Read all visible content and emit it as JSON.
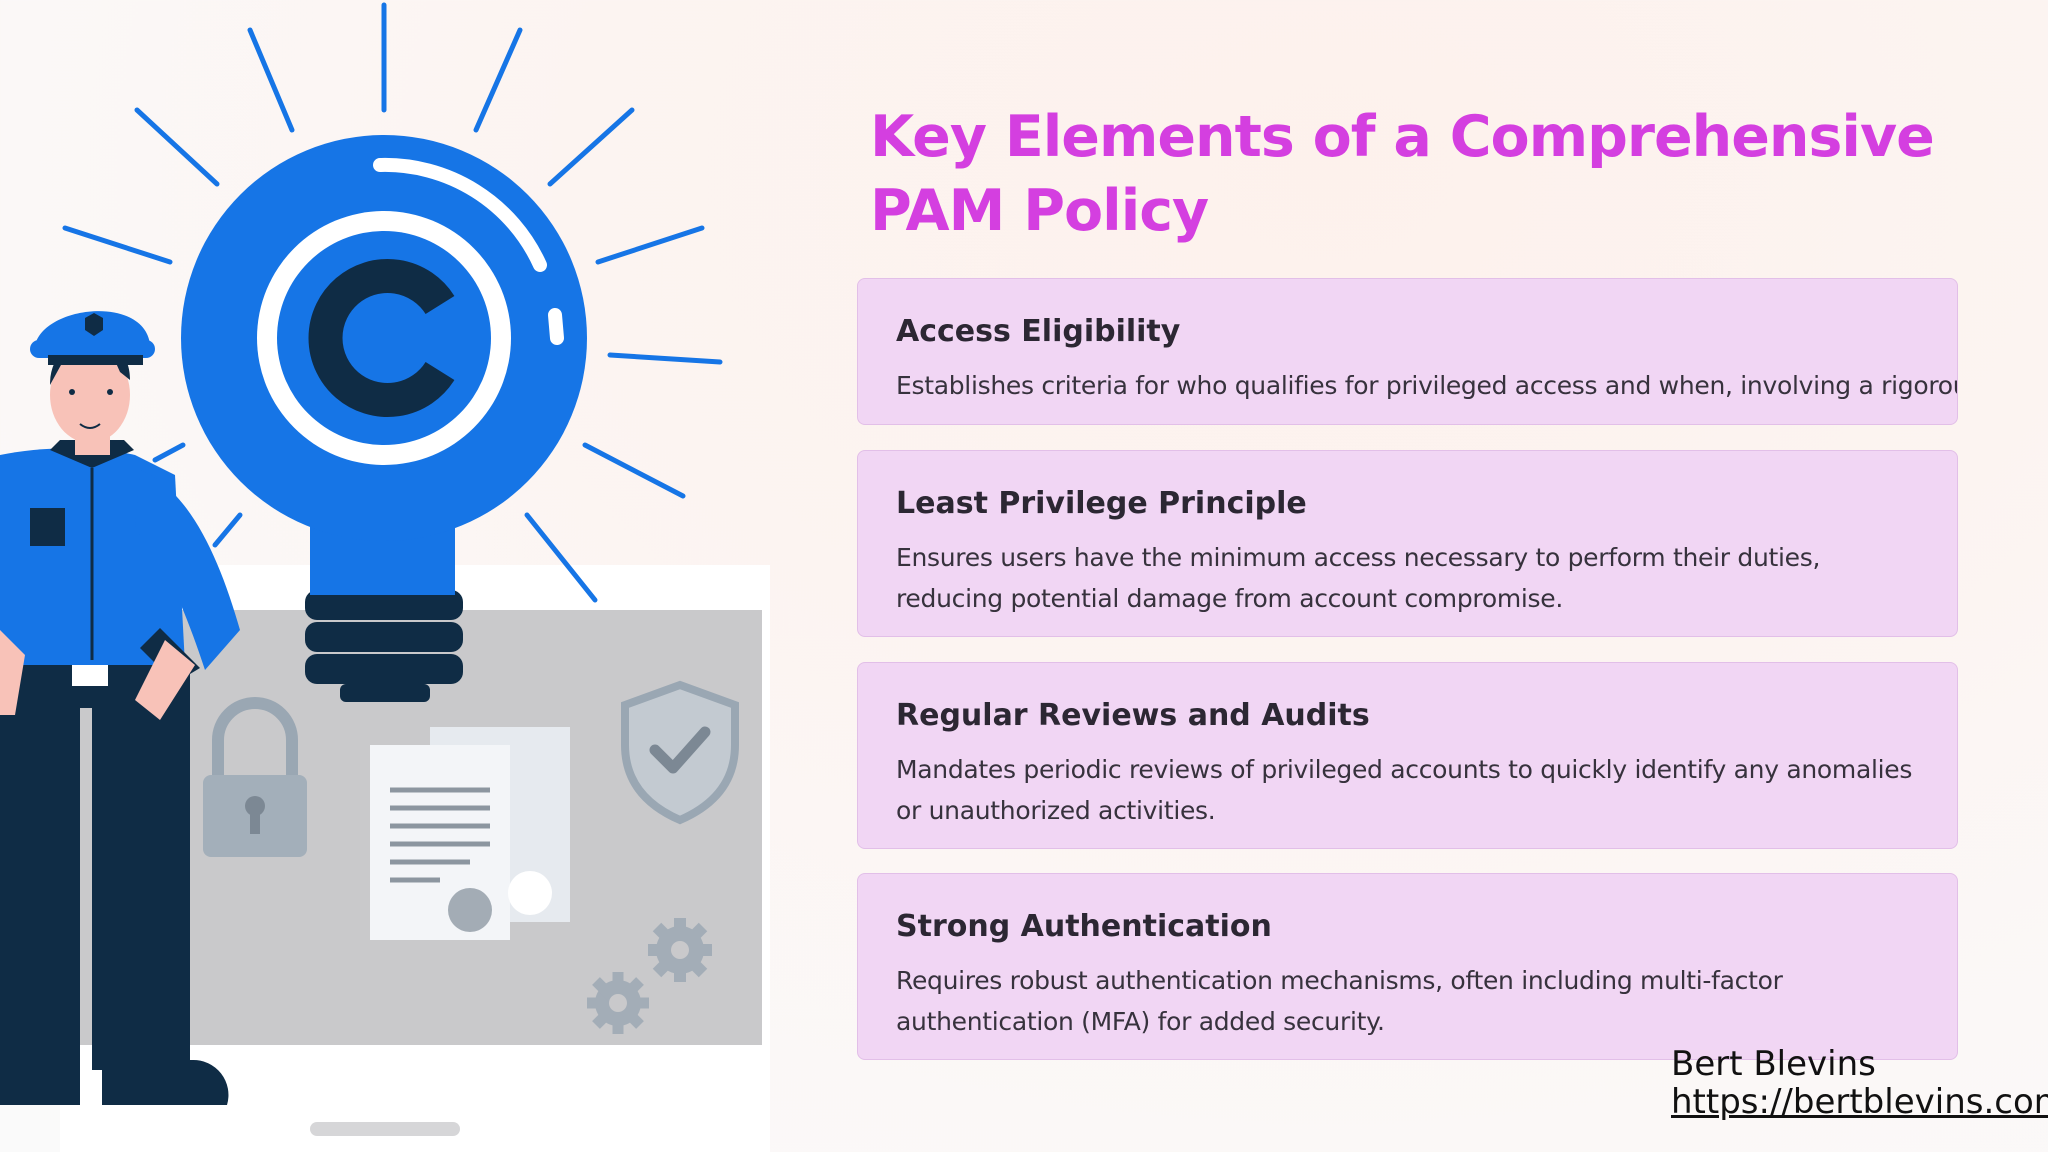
{
  "title": "Key Elements of a Comprehensive PAM Policy",
  "items": [
    {
      "heading": "Access Eligibility",
      "description": "Establishes criteria for who qualifies for privileged access and when, involving a rigorous vetting proc"
    },
    {
      "heading": "Least Privilege Principle",
      "description": "Ensures users have the minimum access necessary to perform their duties, reducing potential damage from account compromise."
    },
    {
      "heading": "Regular Reviews and Audits",
      "description": "Mandates periodic reviews of privileged accounts to quickly identify any anomalies or unauthorized activities."
    },
    {
      "heading": "Strong Authentication",
      "description": "Requires robust authentication mechanisms, often including multi-factor authentication (MFA) for added security."
    }
  ],
  "author": {
    "name": "Bert Blevins",
    "url": "https://bertblevins.com"
  },
  "colors": {
    "title": "#d43fe0",
    "card_bg": "#f1d6f4",
    "bulb_blue": "#1675e6",
    "navy": "#0f2c45"
  },
  "icons": [
    "lightbulb-copyright-icon",
    "security-guard-figure",
    "padlock-icon",
    "documents-icon",
    "shield-check-icon",
    "gear-icon"
  ]
}
